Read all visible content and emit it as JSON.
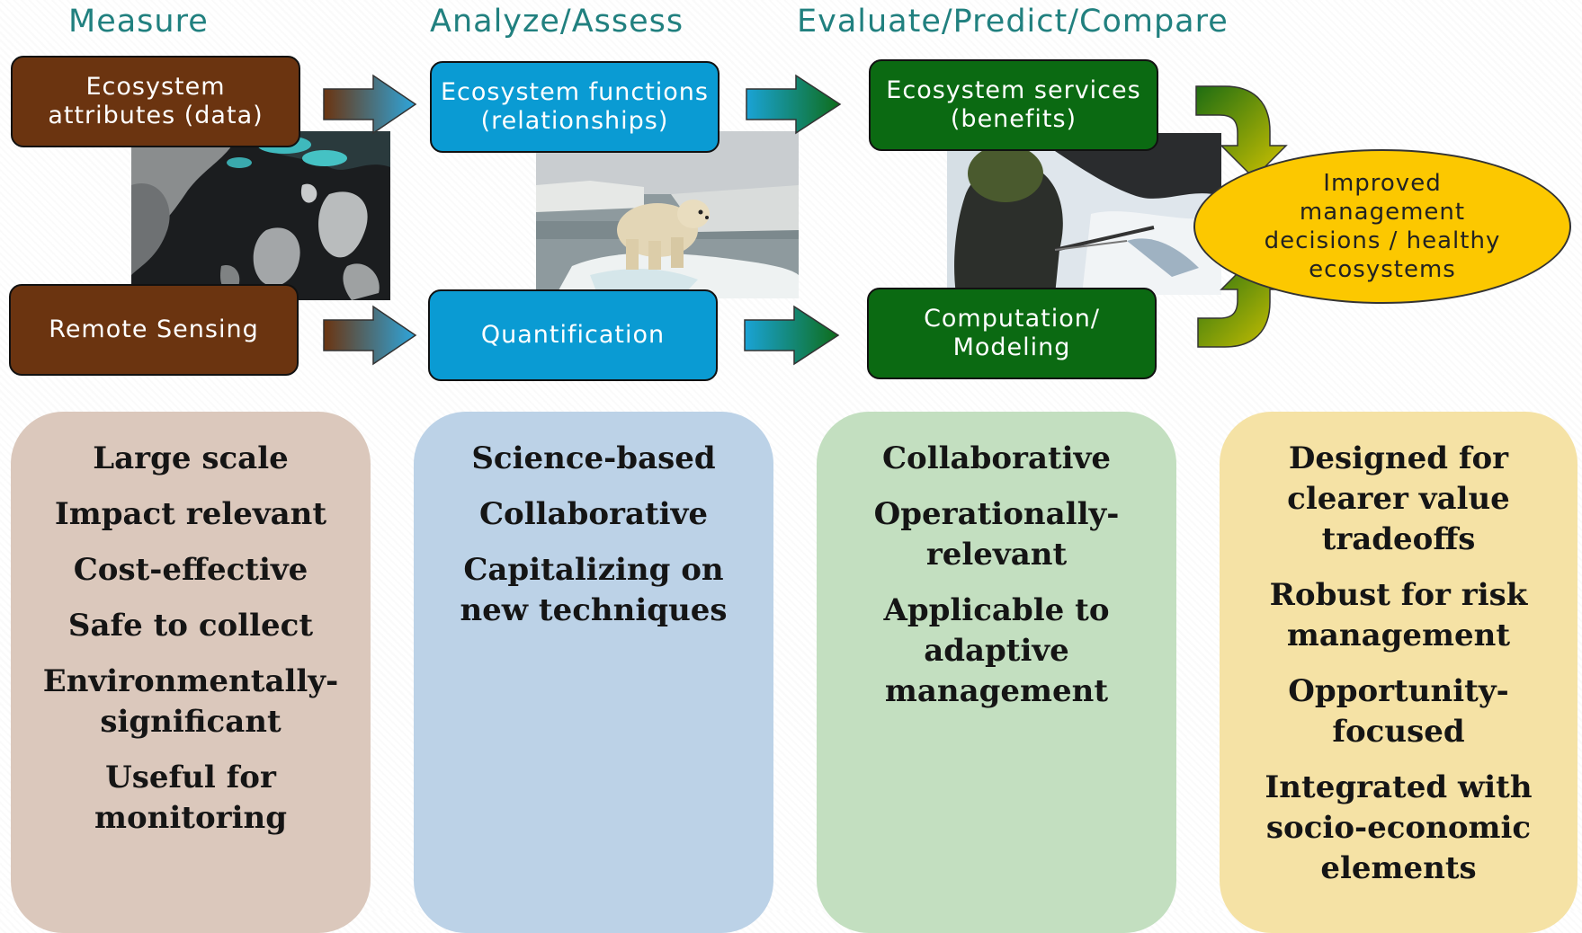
{
  "phases": {
    "measure": "Measure",
    "analyze": "Analyze/Assess",
    "evaluate": "Evaluate/Predict/Compare"
  },
  "boxes": {
    "ecosystem_attributes": "Ecosystem\nattributes (data)",
    "remote_sensing": "Remote Sensing",
    "ecosystem_functions": "Ecosystem functions\n(relationships)",
    "quantification": "Quantification",
    "ecosystem_services": "Ecosystem services\n(benefits)",
    "computation_modeling": "Computation/\nModeling"
  },
  "goal": "Improved\nmanagement\ndecisions / healthy\necosystems",
  "colors": {
    "phase_text": "#21807f",
    "measure_box": "#6b3410",
    "analyze_box": "#0a9bd3",
    "evaluate_box": "#0b6a12",
    "goal_ellipse": "#fcc800",
    "panel_measure": "#dbc8bc",
    "panel_analyze": "#bcd2e7",
    "panel_evaluate": "#c3dfc0",
    "panel_goal": "#f5e2a5"
  },
  "photos": {
    "satellite": "satellite-image",
    "polar_bear": "polar-bear-photo",
    "researcher": "researcher-on-ice-photo"
  },
  "panels": {
    "measure": [
      "Large scale",
      "Impact relevant",
      "Cost-effective",
      "Safe to collect",
      "Environmentally-\nsignificant",
      "Useful for\nmonitoring"
    ],
    "analyze": [
      "Science-based",
      "Collaborative",
      "Capitalizing on\nnew techniques"
    ],
    "evaluate": [
      "Collaborative",
      "Operationally-\nrelevant",
      "Applicable to\nadaptive\nmanagement"
    ],
    "goal": [
      "Designed for\nclearer value\ntradeoffs",
      "Robust for risk\nmanagement",
      "Opportunity-\nfocused",
      "Integrated with\nsocio-economic\nelements"
    ]
  }
}
